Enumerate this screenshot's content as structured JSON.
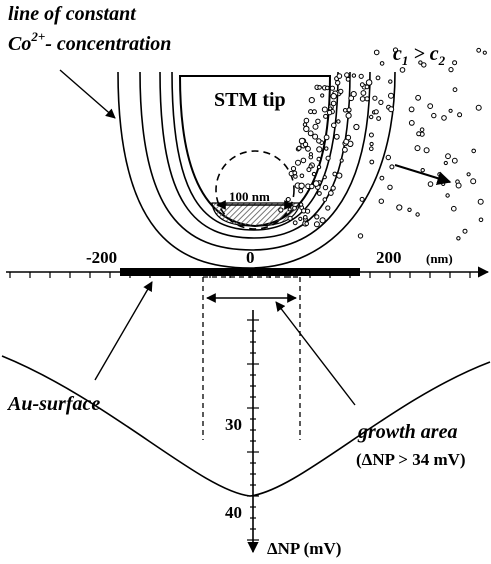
{
  "labels": {
    "contour_line1": "line of constant",
    "contour_co": "Co",
    "contour_sup": "2+",
    "contour_line2": "- concentration",
    "c1_c": "c",
    "c1_sub": "1",
    "c_gt": " > c",
    "c2_sub": "2",
    "tip": "STM tip",
    "tip_size": "100 nm",
    "tick_neg200": "-200",
    "tick_0": "0",
    "tick_200": "200",
    "axis_unit": "(nm)",
    "au_surface": "Au-surface",
    "growth_area": "growth area",
    "growth_condition": "(ΔNP > 34 mV)",
    "tick_30": "30",
    "tick_40": "40",
    "v_axis": "ΔNP (mV)"
  },
  "colors": {
    "ink": "#000000",
    "paper": "#ffffff",
    "hatch": "#555555"
  }
}
